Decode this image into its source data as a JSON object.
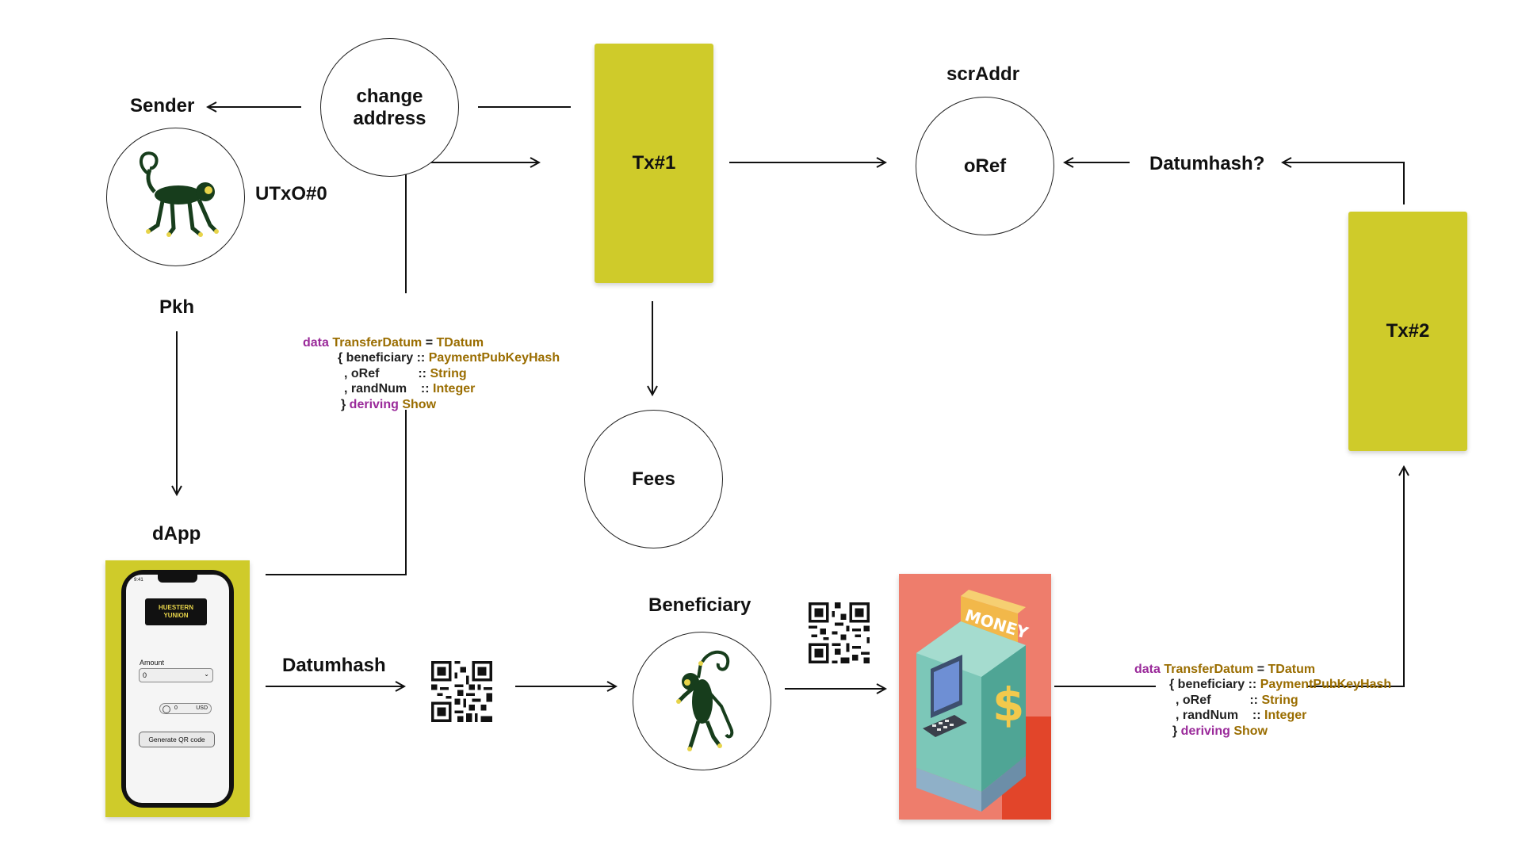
{
  "nodes": {
    "sender": "Sender",
    "change_address": "change\naddress",
    "utxo": "UTxO#0",
    "pkh": "Pkh",
    "tx1": "Tx#1",
    "scraddr": "scrAddr",
    "oref": "oRef",
    "datumhash_q": "Datumhash?",
    "tx2": "Tx#2",
    "fees": "Fees",
    "dapp": "dApp",
    "datumhash": "Datumhash",
    "beneficiary": "Beneficiary"
  },
  "code_block": {
    "line1": {
      "kw": "data",
      "name": "TransferDatum",
      "eq": " = ",
      "type": "TDatum"
    },
    "line2": {
      "prefix": "{ beneficiary :: ",
      "type": "PaymentPubKeyHash"
    },
    "line3": {
      "prefix": ", oRef           :: ",
      "type": "String"
    },
    "line4": {
      "prefix": ", randNum    :: ",
      "type": "Integer"
    },
    "line5": {
      "prefix": "} ",
      "kw": "deriving",
      "type": " Show"
    }
  },
  "phone_app": {
    "time": "9:41",
    "logo_line1": "HUESTERN",
    "logo_line2": "YUNION",
    "amount_label": "Amount",
    "amount_value": "0",
    "currency_value": "0",
    "currency_code": "USD",
    "generate_button": "Generate QR code"
  },
  "atm": {
    "sign_text": "MONEY",
    "dollar_symbol": "$"
  },
  "colors": {
    "tx_box": "#cfcb2a",
    "atm_bg": "#ee7d6c",
    "keyword": "#9a2a9a",
    "type": "#9a6d00"
  },
  "icons": [
    "monkey-icon",
    "qr-code-icon",
    "atm-icon",
    "phone-icon"
  ]
}
